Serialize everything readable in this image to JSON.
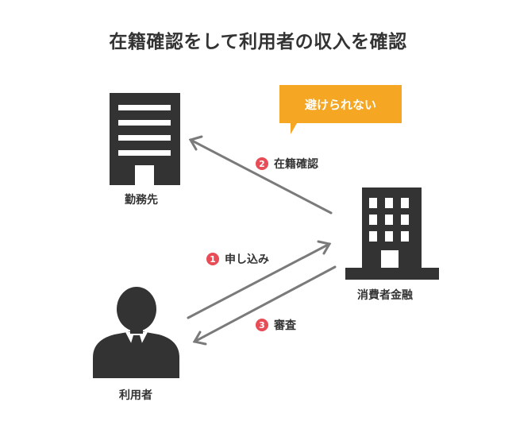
{
  "title": "在籍確認をして利用者の収入を確認",
  "nodes": {
    "employer": "勤務先",
    "lender": "消費者金融",
    "user": "利用者"
  },
  "steps": [
    {
      "num": "1",
      "label": "申し込み"
    },
    {
      "num": "2",
      "label": "在籍確認"
    },
    {
      "num": "3",
      "label": "審査"
    }
  ],
  "callout": "避けられない",
  "colors": {
    "icon": "#333333",
    "arrow": "#7a7a7a",
    "step_badge": "#e74c57",
    "callout": "#f5a623"
  }
}
